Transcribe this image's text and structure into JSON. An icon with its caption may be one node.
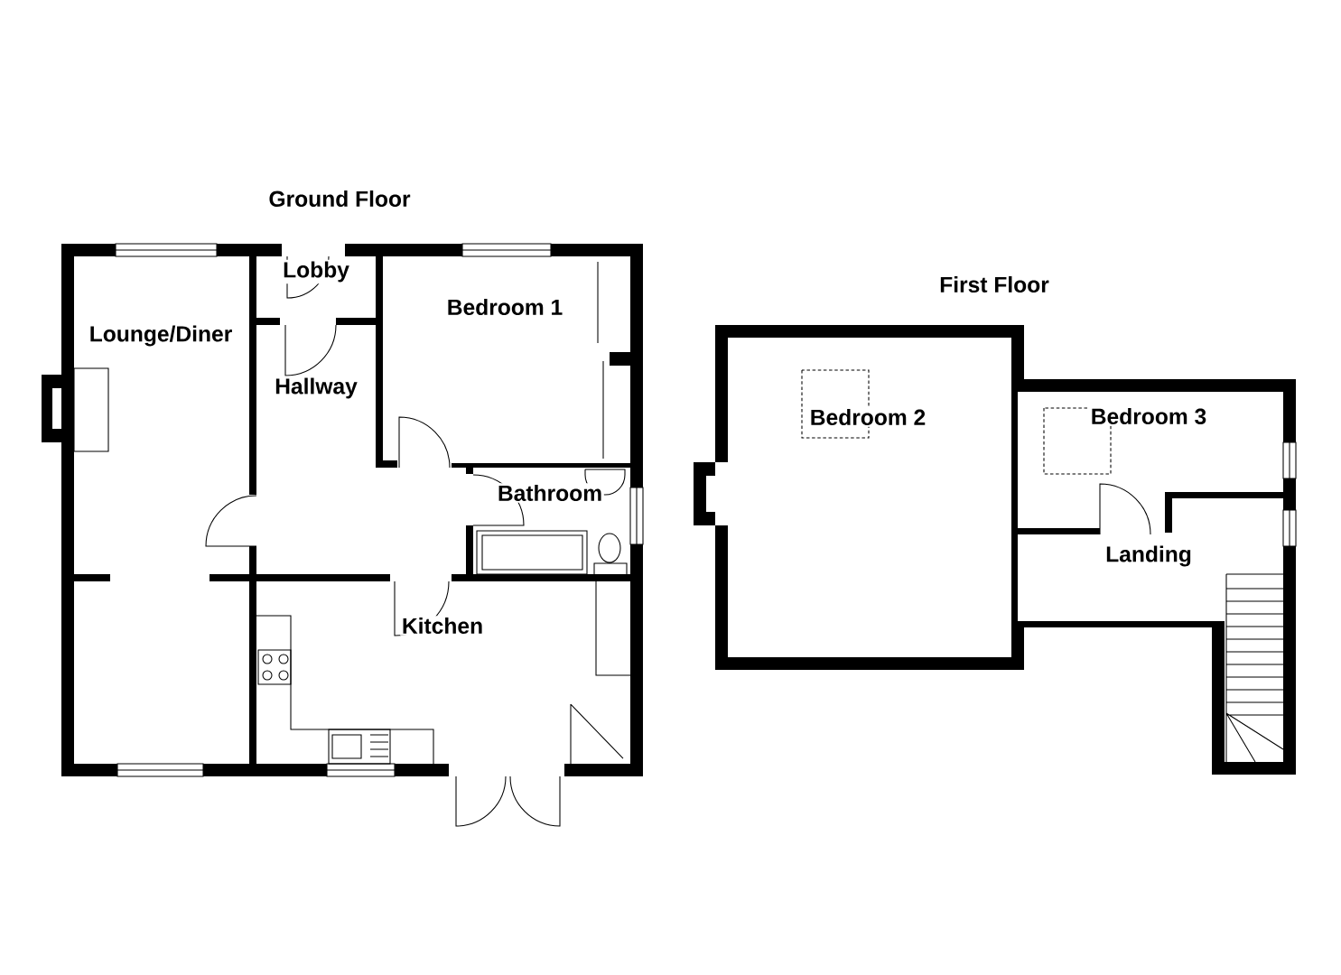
{
  "diagram": {
    "labels": [
      "Ground Floor",
      "Lobby",
      "Bedroom 1",
      "Lounge/Diner",
      "Hallway",
      "Bathroom",
      "Kitchen",
      "First Floor",
      "Bedroom 2",
      "Bedroom 3",
      "Landing"
    ]
  }
}
